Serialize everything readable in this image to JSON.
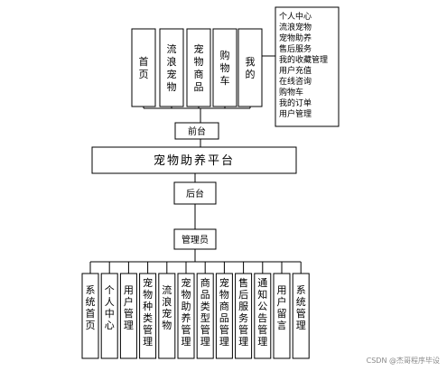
{
  "platform": {
    "name": "宠物助养平台"
  },
  "frontend": {
    "label": "前台",
    "nav": [
      "首页",
      "流浪宠物",
      "宠物商品",
      "购物车",
      "我的"
    ]
  },
  "my_menu": {
    "items": [
      "个人中心",
      "流浪宠物",
      "宠物助养",
      "售后服务",
      "我的收藏管理",
      "用户充值",
      "在线咨询",
      "购物车",
      "我的订单",
      "用户管理"
    ]
  },
  "backend": {
    "label": "后台"
  },
  "admin": {
    "label": "管理员",
    "modules": [
      "系统首页",
      "个人中心",
      "用户管理",
      "宠物种类管理",
      "流浪宠物",
      "宠物助养管理",
      "商品类型管理",
      "宠物商品管理",
      "售后服务管理",
      "通知公告管理",
      "用户留言",
      "系统管理"
    ]
  },
  "watermark": "CSDN @杰哥程序毕设"
}
